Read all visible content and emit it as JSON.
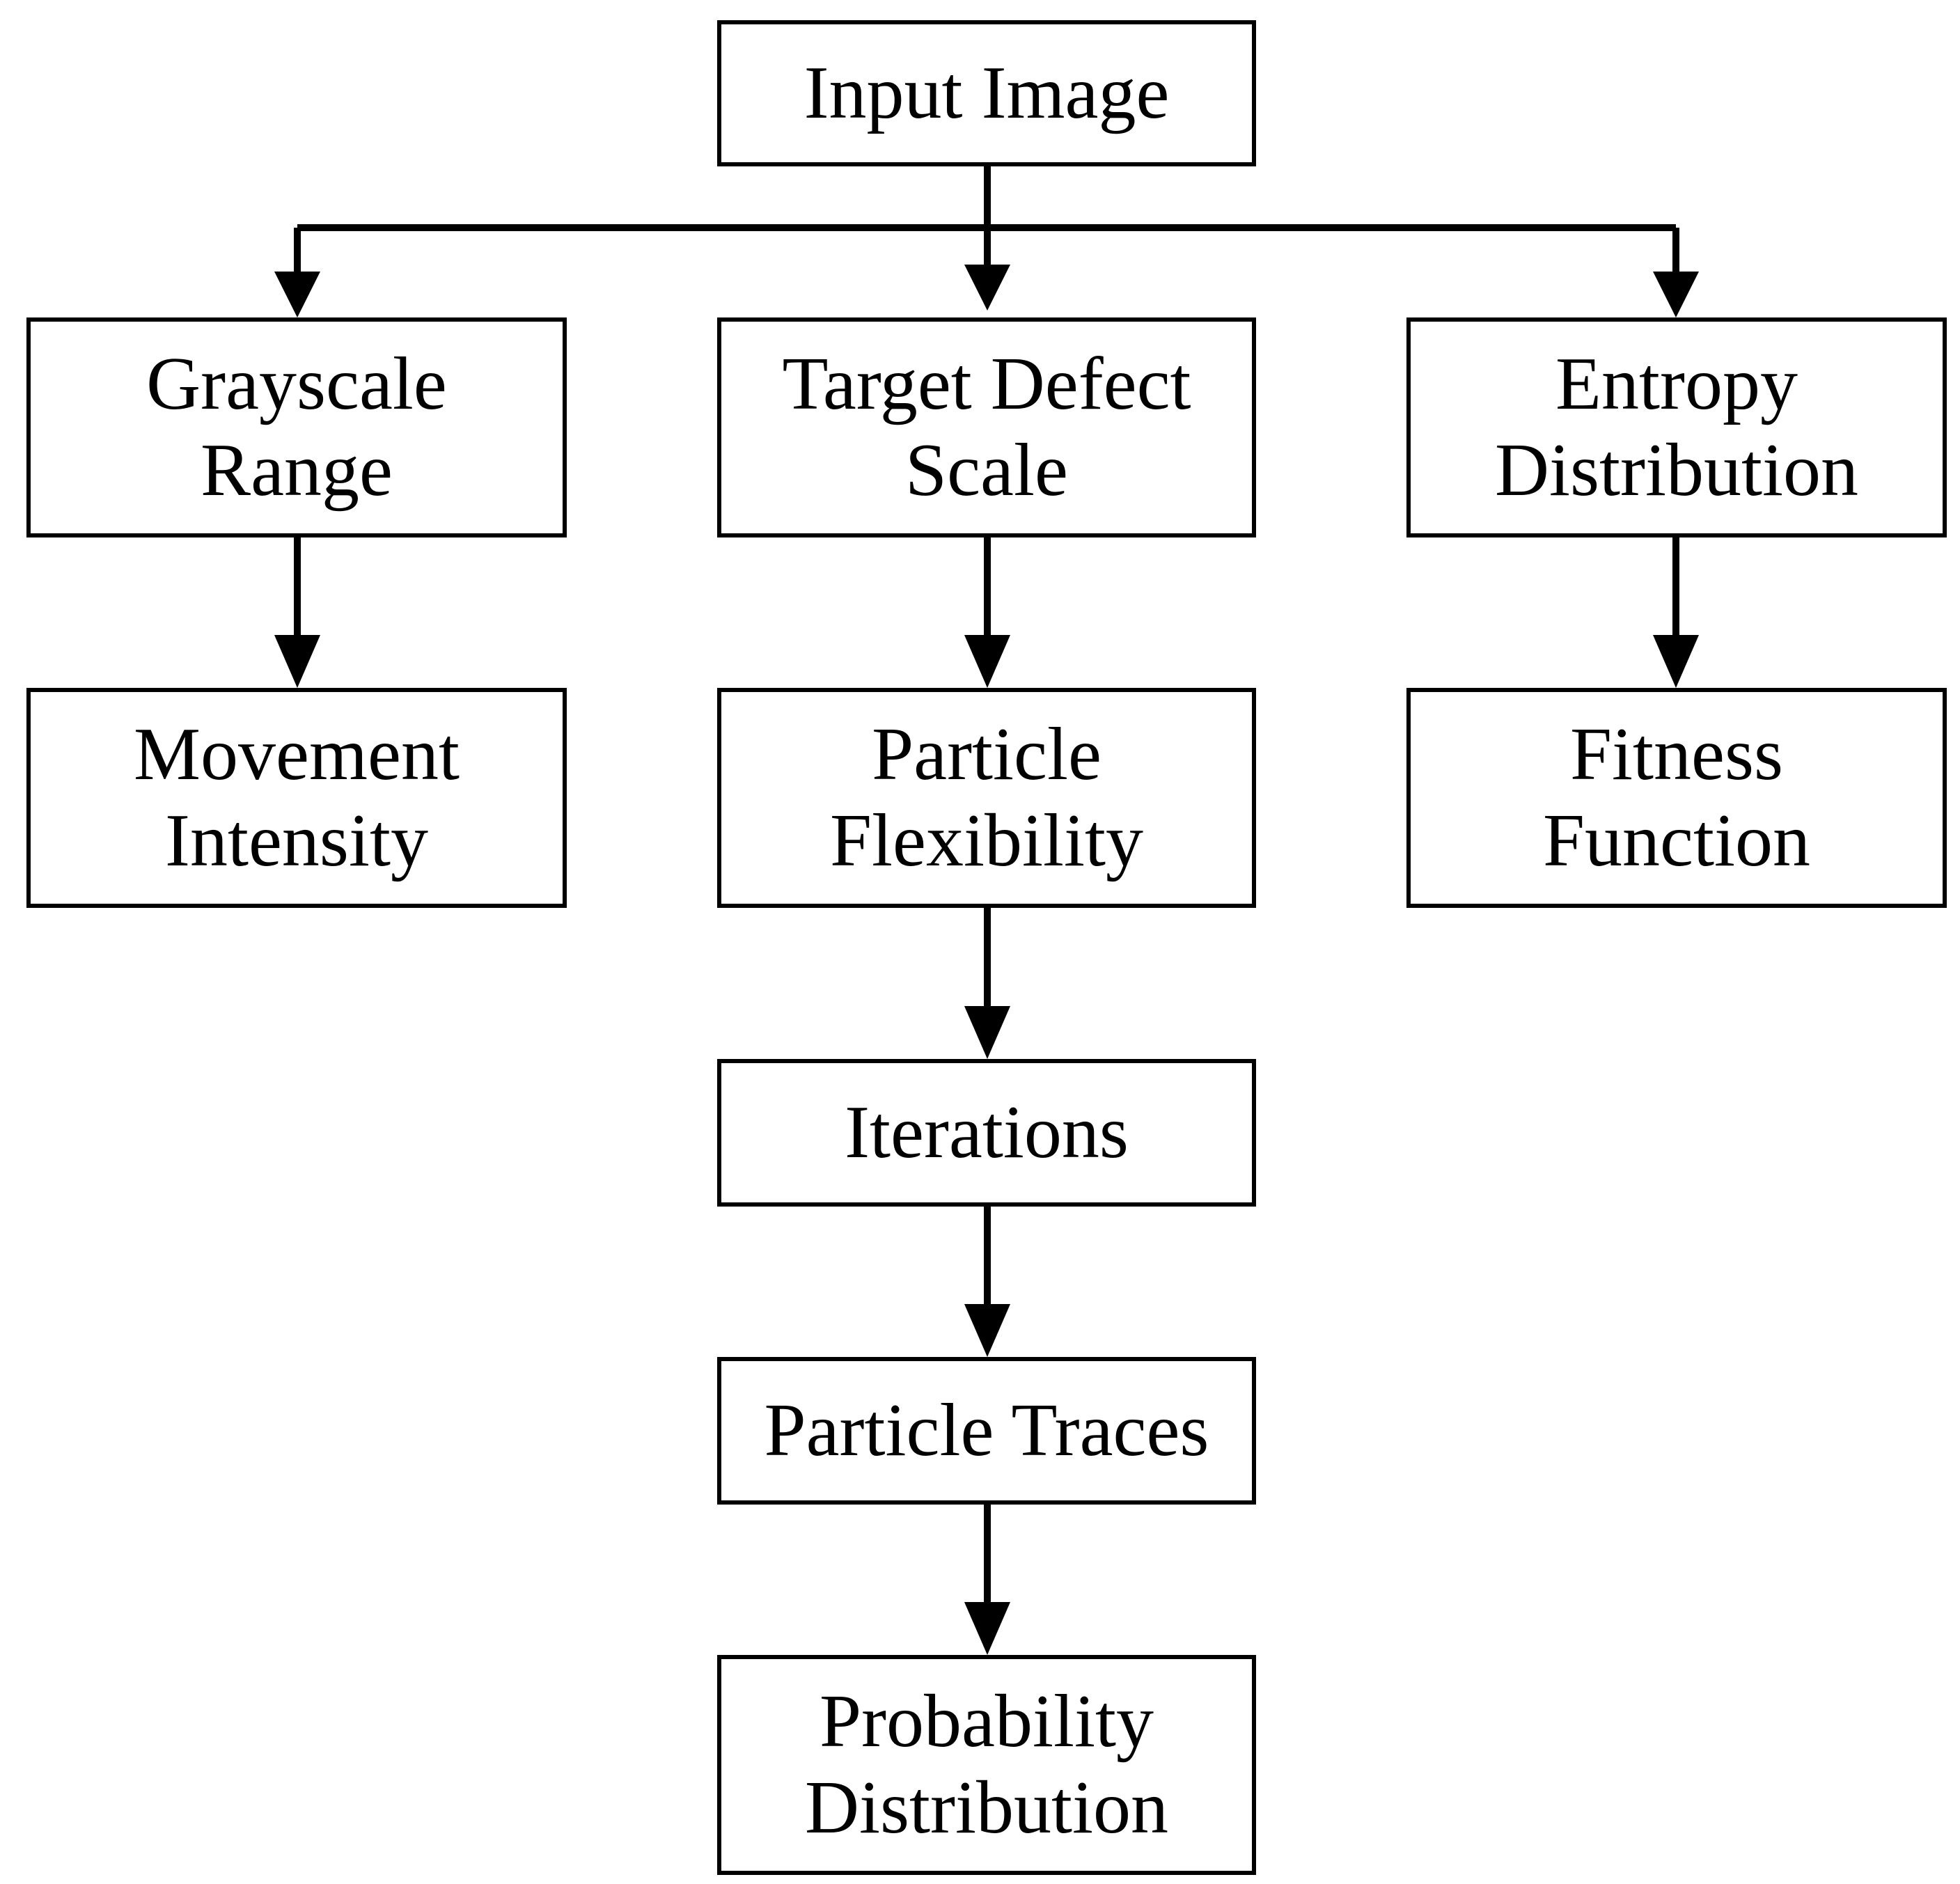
{
  "diagram": {
    "nodes": {
      "input_image": [
        "Input Image"
      ],
      "grayscale_range": [
        "Grayscale",
        "Range"
      ],
      "target_defect_scale": [
        "Target Defect",
        "Scale"
      ],
      "entropy_distribution": [
        "Entropy",
        "Distribution"
      ],
      "movement_intensity": [
        "Movement",
        "Intensity"
      ],
      "particle_flexibility": [
        "Particle",
        "Flexibility"
      ],
      "fitness_function": [
        "Fitness",
        "Function"
      ],
      "iterations": [
        "Iterations"
      ],
      "particle_traces": [
        "Particle Traces"
      ],
      "probability_distribution": [
        "Probability",
        "Distribution"
      ]
    },
    "edges": [
      [
        "input_image",
        "grayscale_range"
      ],
      [
        "input_image",
        "target_defect_scale"
      ],
      [
        "input_image",
        "entropy_distribution"
      ],
      [
        "grayscale_range",
        "movement_intensity"
      ],
      [
        "target_defect_scale",
        "particle_flexibility"
      ],
      [
        "entropy_distribution",
        "fitness_function"
      ],
      [
        "particle_flexibility",
        "iterations"
      ],
      [
        "iterations",
        "particle_traces"
      ],
      [
        "particle_traces",
        "probability_distribution"
      ]
    ]
  }
}
